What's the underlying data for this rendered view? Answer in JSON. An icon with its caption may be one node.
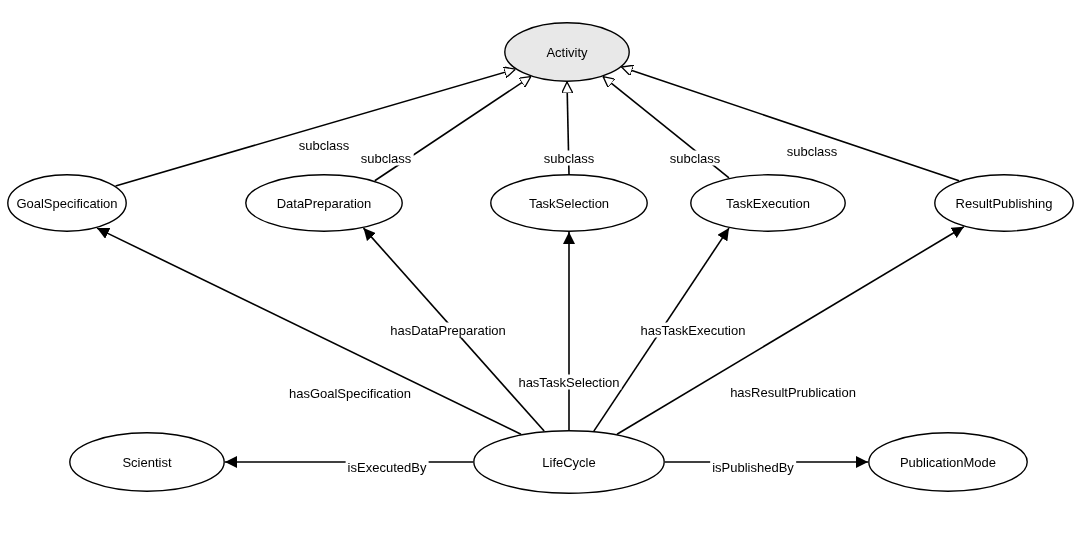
{
  "diagram": {
    "nodes": [
      {
        "text": [
          "Activity"
        ]
      },
      {
        "text": [
          "GoalSpecification"
        ]
      },
      {
        "text": [
          "DataPreparation"
        ]
      },
      {
        "text": [
          "TaskSelection"
        ]
      },
      {
        "text": [
          "TaskExecution"
        ]
      },
      {
        "text": [
          "ResultPublishing"
        ]
      },
      {
        "text": [
          "Scientist"
        ]
      },
      {
        "text": [
          "LifeCycle"
        ]
      },
      {
        "text": [
          "PublicationMode"
        ]
      }
    ],
    "edges": [
      {
        "from": 1,
        "to": 0,
        "arrow": "to",
        "label": "subclass"
      },
      {
        "from": 2,
        "to": 0,
        "arrow": "to",
        "label": "subclass"
      },
      {
        "from": 3,
        "to": 0,
        "arrow": "to",
        "label": "subclass"
      },
      {
        "from": 4,
        "to": 0,
        "arrow": "to",
        "label": "subclass"
      },
      {
        "from": 5,
        "to": 0,
        "arrow": "to",
        "label": "subclass"
      },
      {
        "from": 7,
        "to": 1,
        "arrow": "to",
        "label": "hasGoalSpecification"
      },
      {
        "from": 7,
        "to": 2,
        "arrow": "to",
        "label": "hasDataPreparation"
      },
      {
        "from": 7,
        "to": 3,
        "arrow": "to",
        "label": "hasTaskSelection"
      },
      {
        "from": 7,
        "to": 4,
        "arrow": "to",
        "label": "hasTaskExecution"
      },
      {
        "from": 7,
        "to": 5,
        "arrow": "to",
        "label": "hasResultPrublication"
      },
      {
        "from": 7,
        "to": 6,
        "arrow": "to",
        "label": "isExecutedBy"
      },
      {
        "from": 7,
        "to": 8,
        "arrow": "to",
        "label": "isPublishedBy"
      }
    ]
  }
}
